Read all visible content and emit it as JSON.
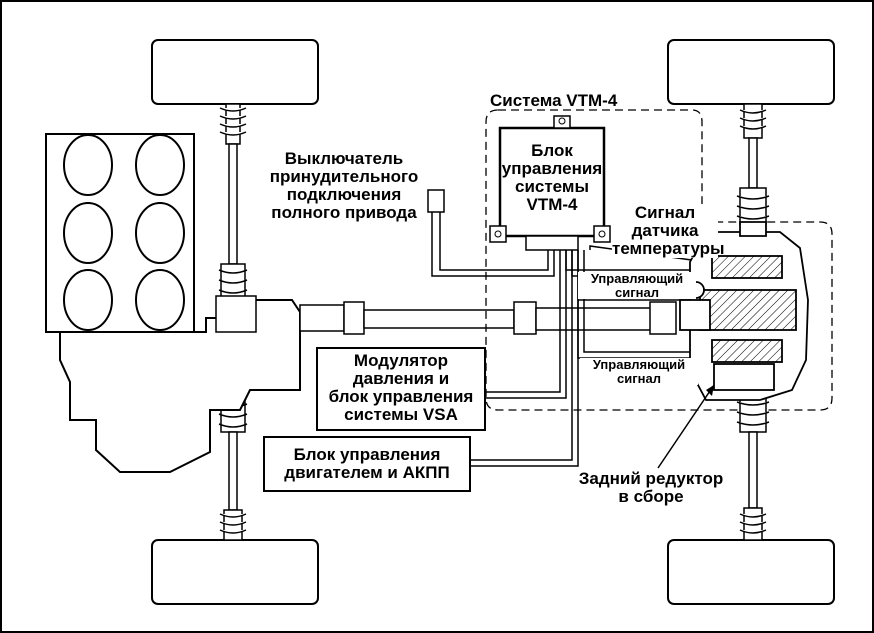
{
  "diagram": {
    "system_title": "Система VTM-4",
    "labels": {
      "switch": [
        "Выключатель",
        "принудительного",
        "подключения",
        "полного привода"
      ],
      "vtm_unit": [
        "Блок",
        "управления",
        "системы",
        "VTM-4"
      ],
      "temp_signal": [
        "Сигнал",
        "датчика",
        "температуры"
      ],
      "control_signal_1": [
        "Управляющий",
        "сигнал"
      ],
      "control_signal_2": [
        "Управляющий",
        "сигнал"
      ],
      "vsa": [
        "Модулятор",
        "давления и",
        "блок управления",
        "системы VSA"
      ],
      "engine": [
        "Блок управления",
        "двигателем и АКПП"
      ],
      "rear_diff": [
        "Задний редуктор",
        "в сборе"
      ]
    },
    "colors": {
      "line": "#000000",
      "background": "#ffffff"
    }
  }
}
